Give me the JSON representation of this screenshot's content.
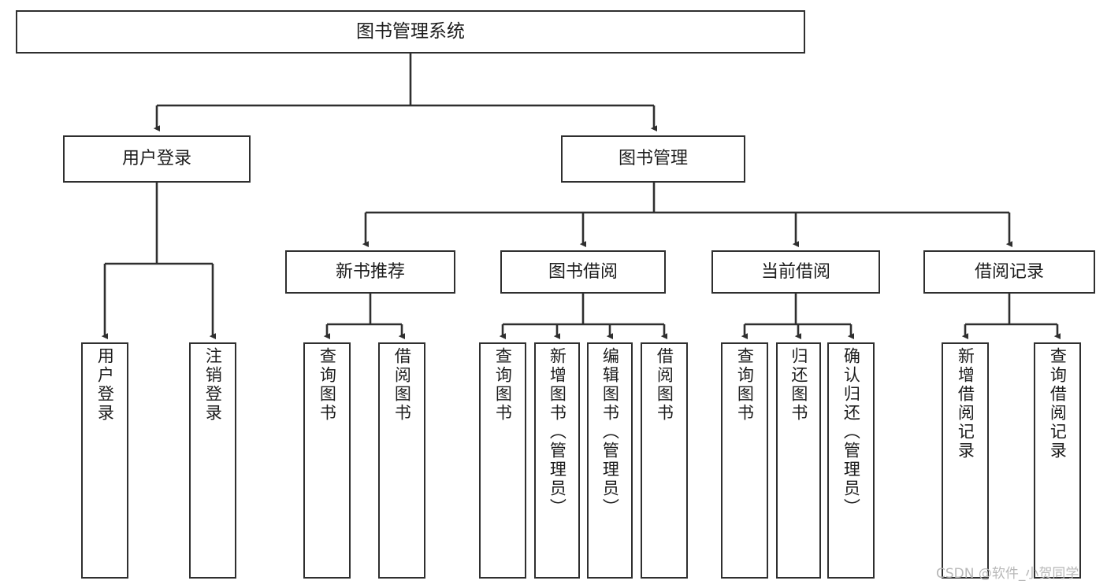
{
  "diagram": {
    "title": "图书管理系统",
    "type": "hierarchy-tree",
    "watermark": "CSDN @软件_小贺同学",
    "colors": {
      "background": "#ffffff",
      "box_border": "#2f2f2f",
      "box_fill": "#ffffff",
      "text": "#1c1c1c",
      "edge": "#2f2f2f",
      "watermark": "#b8b8b8"
    },
    "levels": {
      "root": {
        "label": "图书管理系统"
      },
      "level2": [
        {
          "label": "用户登录"
        },
        {
          "label": "图书管理"
        }
      ],
      "level3": [
        {
          "label": "新书推荐"
        },
        {
          "label": "图书借阅"
        },
        {
          "label": "当前借阅"
        },
        {
          "label": "借阅记录"
        }
      ],
      "leaves": {
        "user_login": [
          {
            "label": "用户登录"
          },
          {
            "label": "注销登录"
          }
        ],
        "new_book_recommend": [
          {
            "label": "查询图书"
          },
          {
            "label": "借阅图书"
          }
        ],
        "book_borrow": [
          {
            "label": "查询图书"
          },
          {
            "label": "新增图书（管理员）"
          },
          {
            "label": "编辑图书（管理员）"
          },
          {
            "label": "借阅图书"
          }
        ],
        "current_borrow": [
          {
            "label": "查询图书"
          },
          {
            "label": "归还图书"
          },
          {
            "label": "确认归还（管理员）"
          }
        ],
        "borrow_record": [
          {
            "label": "新增借阅记录"
          },
          {
            "label": "查询借阅记录"
          }
        ]
      }
    }
  }
}
